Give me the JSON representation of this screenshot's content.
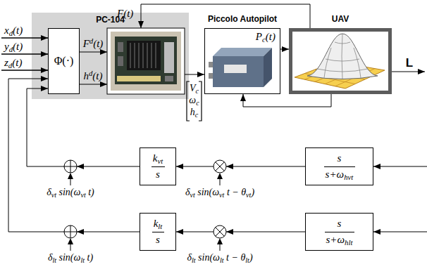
{
  "diagram": {
    "nodes": [
      {
        "text": [
          "PC-104"
        ]
      },
      {
        "text": [
          "Φ(·)"
        ],
        "in": 0
      },
      {
        "text": [
          "Piccolo Autopilot",
          "Pc(t)"
        ]
      },
      {
        "text": [
          "UAV"
        ]
      },
      {
        "text": [
          "kvt",
          "s"
        ]
      },
      {
        "text": [
          "s",
          "s+ωhvt"
        ]
      },
      {
        "text": [
          "klt",
          "s"
        ]
      },
      {
        "text": [
          "s",
          "s+ωhlt"
        ]
      }
    ],
    "edges": [
      {
        "from": 2,
        "to": 3,
        "arrow": "to"
      },
      {
        "from": 3,
        "to": 2,
        "arrow": "to"
      },
      {
        "from": 5,
        "to": 4,
        "arrow": "to"
      },
      {
        "from": 4,
        "to": 1,
        "arrow": "to"
      },
      {
        "from": 7,
        "to": 6,
        "arrow": "to"
      },
      {
        "from": 6,
        "to": 1,
        "arrow": "to"
      }
    ],
    "labels": [
      "F(t)",
      "xd(t)",
      "yd(t)",
      "zd(t)",
      "Fd(t)",
      "hd(t)",
      "L",
      "Vc",
      "ωc",
      "hc",
      "δvt sin(ωvt t)",
      "δvt sin(ωvt t − θvt)",
      "δlt sin(ωlt t)",
      "δlt sin(ωlt t − θlt)"
    ]
  }
}
